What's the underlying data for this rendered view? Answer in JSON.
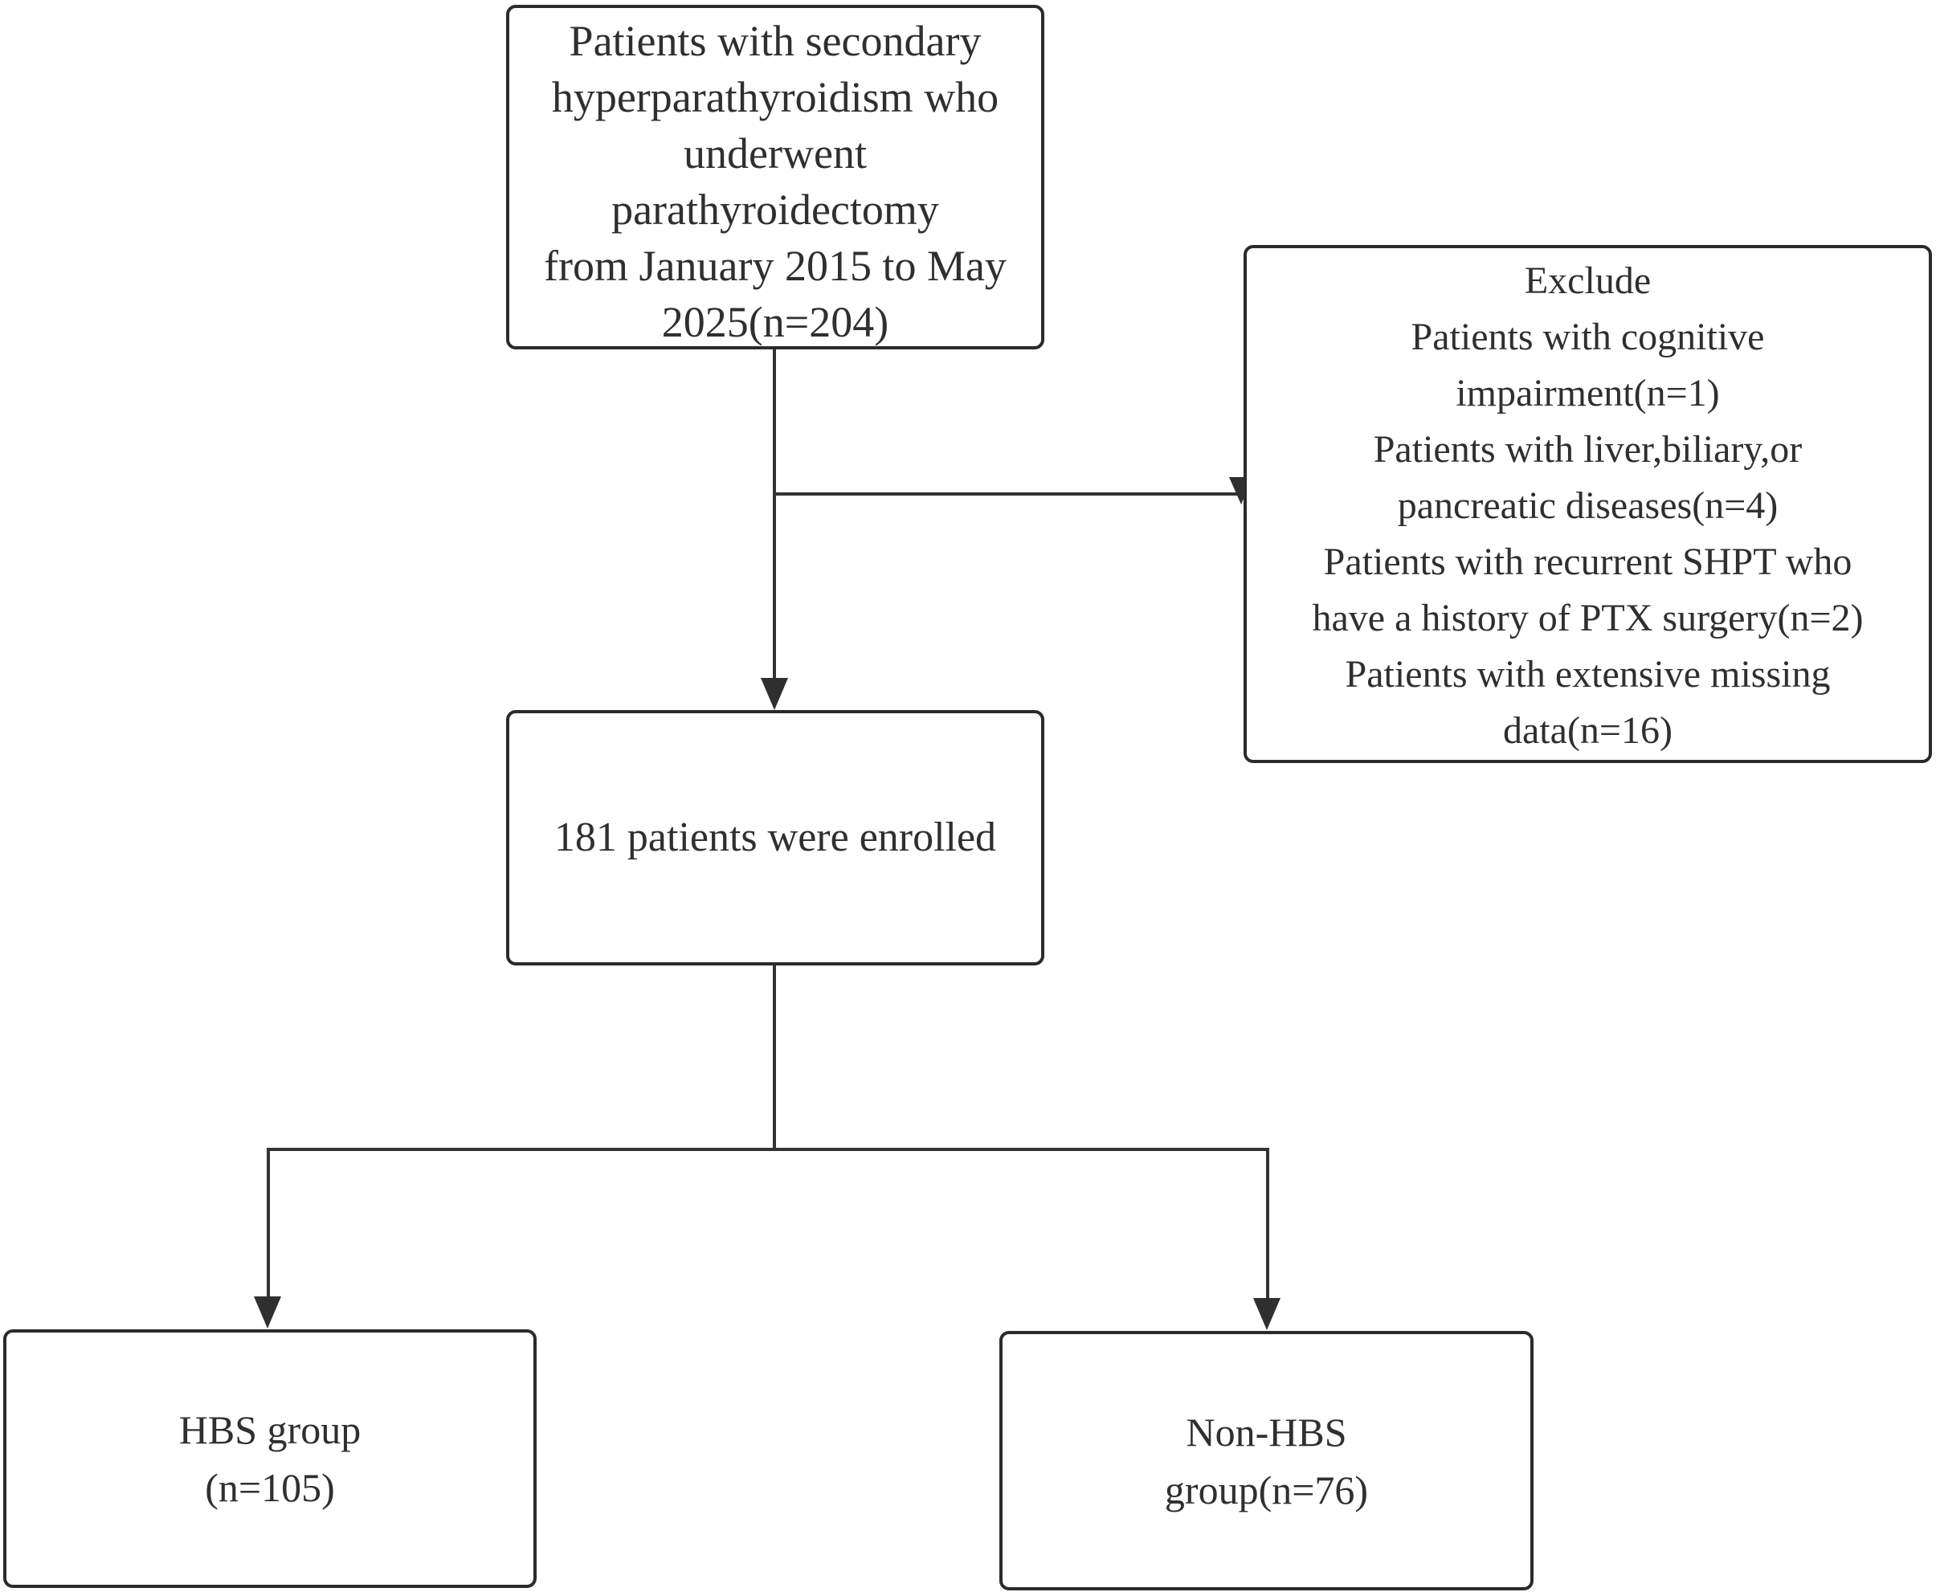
{
  "flowchart": {
    "colors": {
      "background": "#ffffff",
      "box_border": "#2b2b2b",
      "text": "#2f2f2f",
      "connector_line": "#333333",
      "arrowhead": "#2f2f2f"
    },
    "nodes": {
      "initial": {
        "lines": [
          "Patients with secondary",
          "hyperparathyroidism who",
          "underwent",
          "parathyroidectomy",
          "from January 2015 to May",
          "2025(n=204)"
        ]
      },
      "exclude": {
        "lines": [
          "Exclude",
          "Patients with cognitive",
          "impairment(n=1)",
          "Patients with liver,biliary,or",
          "pancreatic diseases(n=4)",
          "Patients with recurrent SHPT who",
          "have a history of PTX surgery(n=2)",
          "Patients with extensive missing",
          "data(n=16)"
        ]
      },
      "enrolled": {
        "lines": [
          "181 patients were enrolled"
        ]
      },
      "hbs_group": {
        "lines": [
          "HBS group",
          "(n=105)"
        ]
      },
      "non_hbs_group": {
        "lines": [
          "Non-HBS",
          "group(n=76)"
        ]
      }
    },
    "counts": {
      "screened": 204,
      "excluded_cognitive_impairment": 1,
      "excluded_liver_biliary_pancreatic": 4,
      "excluded_recurrent_shpt_ptx_history": 2,
      "excluded_missing_data": 16,
      "enrolled": 181,
      "hbs_group": 105,
      "non_hbs_group": 76
    }
  }
}
